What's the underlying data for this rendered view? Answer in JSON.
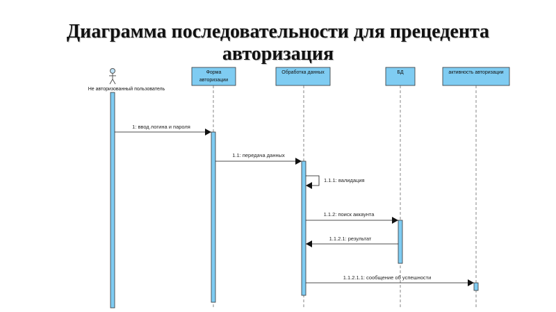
{
  "title": {
    "line1": "Диаграмма последовательности для прецедента",
    "line2": "авторизация"
  },
  "colors": {
    "box_fill": "#7FCCF2",
    "activation_fill": "#7FCCF2",
    "line": "#333333"
  },
  "actor": {
    "label": "Не авторизованный пользователь"
  },
  "objects": [
    {
      "id": "form",
      "line1": "Форма",
      "line2": "авторизации"
    },
    {
      "id": "proc",
      "line1": "Обработка данных",
      "line2": ""
    },
    {
      "id": "db",
      "line1": "БД",
      "line2": ""
    },
    {
      "id": "act",
      "line1": "активность авторизации",
      "line2": ""
    }
  ],
  "messages": [
    {
      "label": "1: ввод логина и пароля"
    },
    {
      "label": "1.1: передача данных"
    },
    {
      "label": "1.1.1: валидация"
    },
    {
      "label": "1.1.2: поиск аккаунта"
    },
    {
      "label": "1.1.2.1: результат"
    },
    {
      "label": "1.1.2.1.1: сообщение об успешности"
    }
  ]
}
